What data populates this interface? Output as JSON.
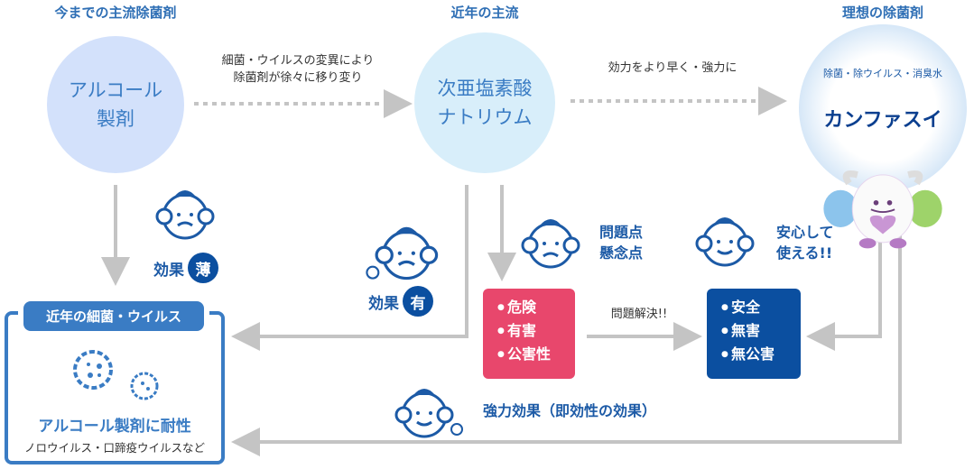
{
  "columns": {
    "left_title": "今までの主流除菌剤",
    "middle_title": "近年の主流",
    "right_title": "理想の除菌剤"
  },
  "circles": {
    "alcohol": "アルコール\n製剤",
    "hypochlorite": "次亜塩素酸\nナトリウム",
    "kanfasui_tagline": "除菌・除ウイルス・消臭水",
    "kanfasui_logo": "カンファスイ"
  },
  "arrows": {
    "alcohol_to_hypo": "細菌・ウイルスの変異により\n除菌剤が徐々に移り変り",
    "hypo_to_kanfasui": "効力をより早く・強力に",
    "problem_solved": "問題解決!!"
  },
  "effects": {
    "alcohol_label": "効果",
    "alcohol_badge": "薄",
    "hypo_label": "効果",
    "hypo_badge": "有",
    "concerns": "問題点\n懸念点",
    "safe_use": "安心して\n使える!!",
    "strong": "強力効果（即効性の効果）"
  },
  "danger_box": {
    "items": [
      "危険",
      "有害",
      "公害性"
    ],
    "color": "#e8476c"
  },
  "safe_box": {
    "items": [
      "安全",
      "無害",
      "無公害"
    ],
    "color": "#0b4fa0"
  },
  "virus_panel": {
    "header": "近年の細菌・ウイルス",
    "resistant": "アルコール製剤に耐性",
    "examples": "ノロウイルス・口蹄疫ウイルスなど"
  }
}
